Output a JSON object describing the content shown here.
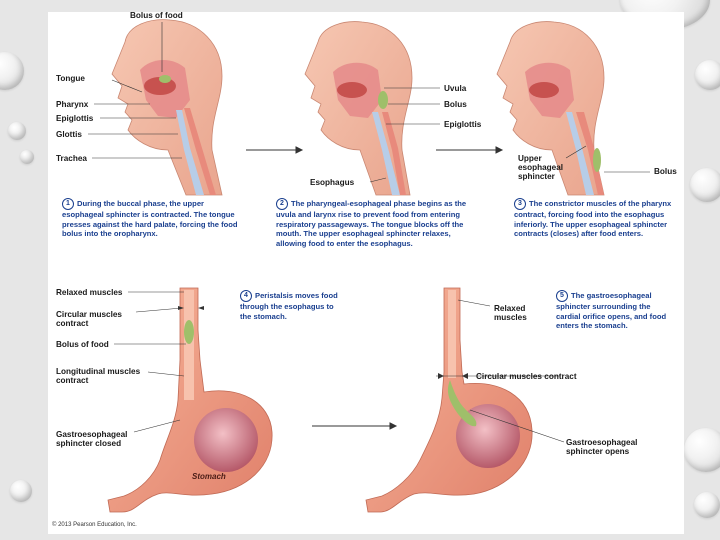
{
  "labels": {
    "bolus_of_food_top": "Bolus of food",
    "tongue": "Tongue",
    "pharynx": "Pharynx",
    "epiglottis_1": "Epiglottis",
    "glottis": "Glottis",
    "trachea": "Trachea",
    "uvula": "Uvula",
    "bolus_2": "Bolus",
    "epiglottis_2": "Epiglottis",
    "esophagus": "Esophagus",
    "upper_sphincter": "Upper\nesophageal\nsphincter",
    "bolus_3": "Bolus",
    "relaxed_muscles": "Relaxed muscles",
    "circular_contract": "Circular muscles\ncontract",
    "bolus_of_food_4": "Bolus of food",
    "longitudinal_contract": "Longitudinal muscles\ncontract",
    "ge_closed": "Gastroesophageal\nsphincter closed",
    "stomach": "Stomach",
    "relaxed_muscles_5": "Relaxed\nmuscles",
    "circular_contract_5": "Circular muscles contract",
    "ge_opens": "Gastroesophageal\nsphincter opens"
  },
  "steps": [
    {
      "num": "1",
      "text": "During the buccal phase, the upper esophageal sphincter is contracted. The tongue presses against the hard palate, forcing the food bolus into the oropharynx."
    },
    {
      "num": "2",
      "text": "The pharyngeal-esophageal phase begins as the uvula and larynx rise to prevent food from entering respiratory passageways. The tongue blocks off the mouth. The upper esophageal sphincter relaxes, allowing food to enter the esophagus."
    },
    {
      "num": "3",
      "text": "The constrictor muscles of the pharynx contract, forcing food into the esophagus inferiorly. The upper esophageal sphincter contracts (closes) after food enters."
    },
    {
      "num": "4",
      "text": "Peristalsis moves food through the esophagus to the stomach."
    },
    {
      "num": "5",
      "text": "The gastroesophageal sphincter surrounding the cardial orifice opens, and food enters the stomach."
    }
  ],
  "copyright": "© 2013 Pearson Education, Inc.",
  "colors": {
    "caption": "#1a3f8f",
    "tissue": "#f2a48f",
    "bolus": "#9fbf6a",
    "cartilage": "#a9bfe0"
  }
}
